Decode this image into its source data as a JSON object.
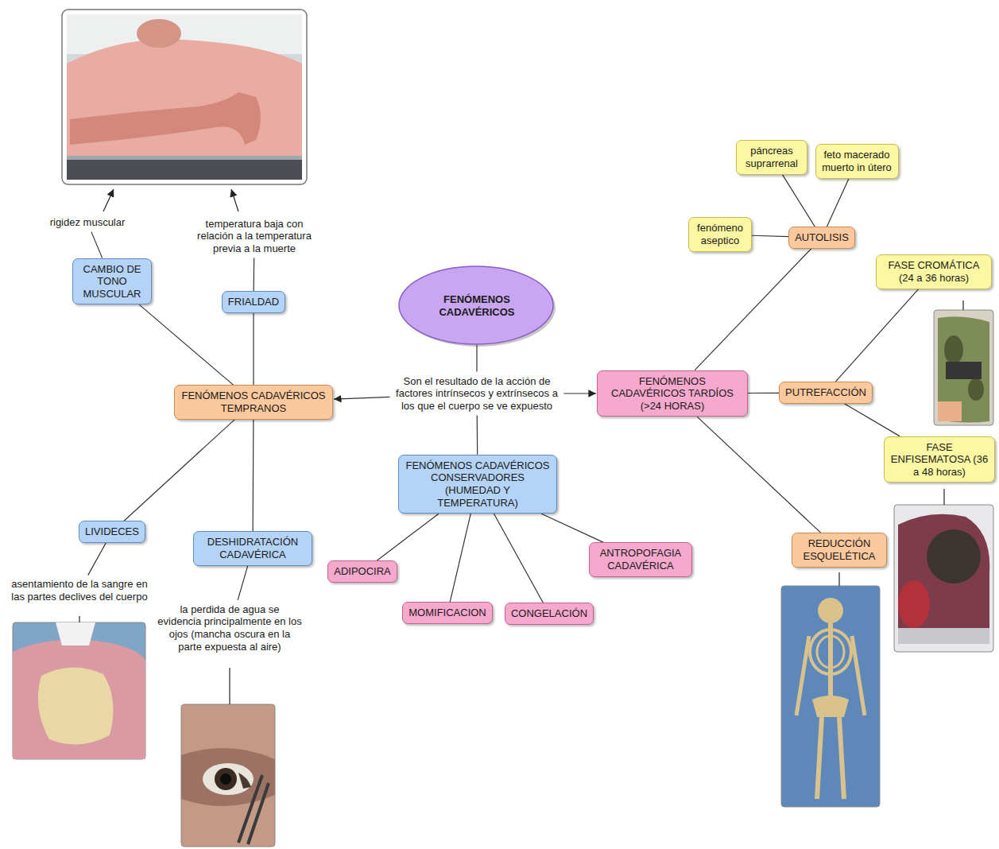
{
  "diagram": {
    "nodes": [
      {
        "text": [
          "FENÓMENOS CADAVÉRICOS"
        ]
      },
      {
        "text": [
          "Son el resultado de la acción de factores intrínsecos y extrínsecos a los que el cuerpo se ve expuesto"
        ]
      },
      {
        "text": [
          "FENÓMENOS CADAVÉRICOS TEMPRANOS"
        ]
      },
      {
        "text": [
          "FENÓMENOS CADAVÉRICOS CONSERVADORES (HUMEDAD Y TEMPERATURA)"
        ]
      },
      {
        "text": [
          "FENÓMENOS CADAVÉRICOS TARDÍOS (>24 HORAS)"
        ]
      },
      {
        "text": [
          "CAMBIO DE TONO MUSCULAR"
        ]
      },
      {
        "text": [
          "rigidez muscular"
        ]
      },
      {
        "text": [
          "FRIALDAD"
        ]
      },
      {
        "text": [
          "temperatura baja con relación a la temperatura previa a la muerte"
        ]
      },
      {
        "text": [
          "LIVIDECES"
        ]
      },
      {
        "text": [
          "asentamiento de la sangre en las partes declives del cuerpo"
        ]
      },
      {
        "text": [
          "DESHIDRATACIÓN CADAVÉRICA"
        ]
      },
      {
        "text": [
          "la perdida de agua se evidencia principalmente en los ojos (mancha oscura en la parte expuesta al aire)"
        ]
      },
      {
        "text": [
          "ADIPOCIRA"
        ]
      },
      {
        "text": [
          "MOMIFICACION"
        ]
      },
      {
        "text": [
          "CONGELACIÓN"
        ]
      },
      {
        "text": [
          "ANTROPOFAGIA CADAVÉRICA"
        ]
      },
      {
        "text": [
          "AUTOLISIS"
        ]
      },
      {
        "text": [
          "fenómeno aseptico"
        ]
      },
      {
        "text": [
          "páncreas suprarrenal"
        ]
      },
      {
        "text": [
          "feto macerado muerto in útero"
        ]
      },
      {
        "text": [
          "PUTREFACCIÓN"
        ]
      },
      {
        "text": [
          "FASE CROMÁTICA (24 a 36 horas)"
        ]
      },
      {
        "text": [
          "FASE ENFISEMATOSA (36 a 48 horas)"
        ]
      },
      {
        "text": [
          "REDUCCIÓN ESQUELÉTICA"
        ]
      }
    ],
    "edges": [
      {
        "from": 0,
        "to": 1,
        "arrow": "none"
      },
      {
        "from": 1,
        "to": 2,
        "arrow": "to"
      },
      {
        "from": 1,
        "to": 4,
        "arrow": "to"
      },
      {
        "from": 1,
        "to": 3,
        "arrow": "none"
      },
      {
        "from": 2,
        "to": 5,
        "arrow": "none"
      },
      {
        "from": 2,
        "to": 7,
        "arrow": "none"
      },
      {
        "from": 2,
        "to": 9,
        "arrow": "none"
      },
      {
        "from": 2,
        "to": 11,
        "arrow": "none"
      },
      {
        "from": 5,
        "to": 6,
        "arrow": "none"
      },
      {
        "from": 7,
        "to": 8,
        "arrow": "none"
      },
      {
        "from": 9,
        "to": 10,
        "arrow": "none"
      },
      {
        "from": 11,
        "to": 12,
        "arrow": "none"
      },
      {
        "from": 3,
        "to": 13,
        "arrow": "none"
      },
      {
        "from": 3,
        "to": 14,
        "arrow": "none"
      },
      {
        "from": 3,
        "to": 15,
        "arrow": "none"
      },
      {
        "from": 3,
        "to": 16,
        "arrow": "none"
      },
      {
        "from": 4,
        "to": 17,
        "arrow": "none"
      },
      {
        "from": 4,
        "to": 21,
        "arrow": "none"
      },
      {
        "from": 4,
        "to": 24,
        "arrow": "none"
      },
      {
        "from": 17,
        "to": 18,
        "arrow": "none"
      },
      {
        "from": 17,
        "to": 19,
        "arrow": "none"
      },
      {
        "from": 17,
        "to": 20,
        "arrow": "none"
      },
      {
        "from": 21,
        "to": 22,
        "arrow": "none"
      },
      {
        "from": 21,
        "to": 23,
        "arrow": "none"
      }
    ]
  }
}
